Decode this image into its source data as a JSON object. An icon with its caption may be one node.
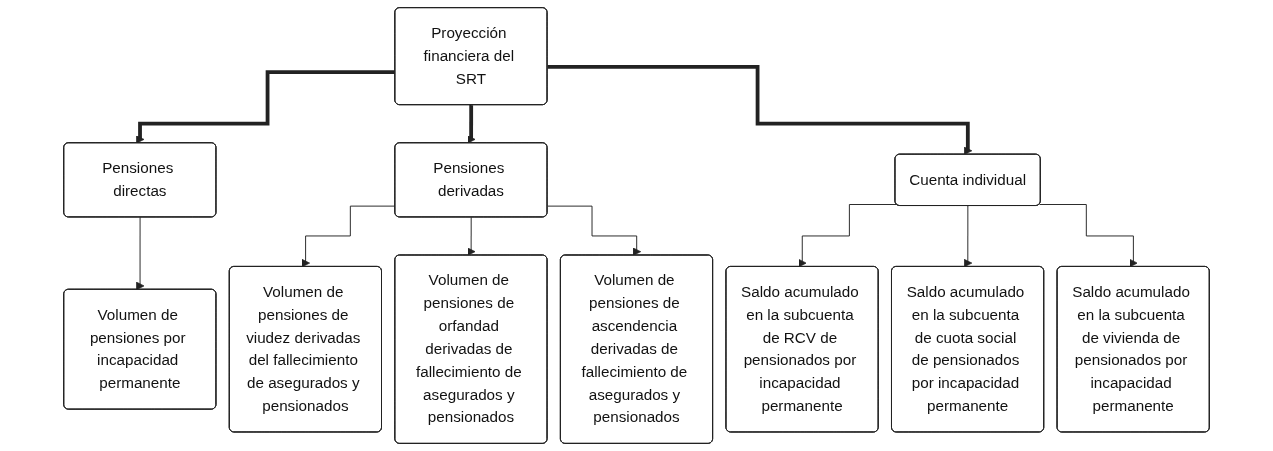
{
  "diagram": {
    "nodes": [
      {
        "text": [
          "Proyección financiera del SRT"
        ]
      },
      {
        "text": [
          "Pensiones directas"
        ]
      },
      {
        "text": [
          "Pensiones derivadas"
        ]
      },
      {
        "text": [
          "Cuenta individual"
        ]
      },
      {
        "text": [
          "Volumen de pensiones por incapacidad permanente"
        ]
      },
      {
        "text": [
          "Volumen de pensiones de viudez derivadas del fallecimiento de asegurados y pensionados"
        ]
      },
      {
        "text": [
          "Volumen de pensiones de orfandad derivadas de fallecimiento de asegurados y pensionados"
        ]
      },
      {
        "text": [
          "Volumen de pensiones de ascendencia derivadas de fallecimiento de asegurados y pensionados"
        ]
      },
      {
        "text": [
          "Saldo acumulado en la subcuenta de RCV de pensionados por incapacidad permanente"
        ]
      },
      {
        "text": [
          "Saldo acumulado en la subcuenta de cuota social de pensionados por incapacidad permanente"
        ]
      },
      {
        "text": [
          "Saldo acumulado en la subcuenta de vivienda de pensionados por incapacidad permanente"
        ]
      }
    ],
    "edges": [
      {
        "from": 0,
        "to": 1,
        "arrow": "to",
        "style": "thick"
      },
      {
        "from": 0,
        "to": 2,
        "arrow": "to",
        "style": "thick"
      },
      {
        "from": 0,
        "to": 3,
        "arrow": "to",
        "style": "thick"
      },
      {
        "from": 1,
        "to": 4,
        "arrow": "to"
      },
      {
        "from": 2,
        "to": 5,
        "arrow": "to"
      },
      {
        "from": 2,
        "to": 6,
        "arrow": "to"
      },
      {
        "from": 2,
        "to": 7,
        "arrow": "to"
      },
      {
        "from": 3,
        "to": 8,
        "arrow": "to"
      },
      {
        "from": 3,
        "to": 9,
        "arrow": "to"
      },
      {
        "from": 3,
        "to": 10,
        "arrow": "to"
      }
    ]
  }
}
